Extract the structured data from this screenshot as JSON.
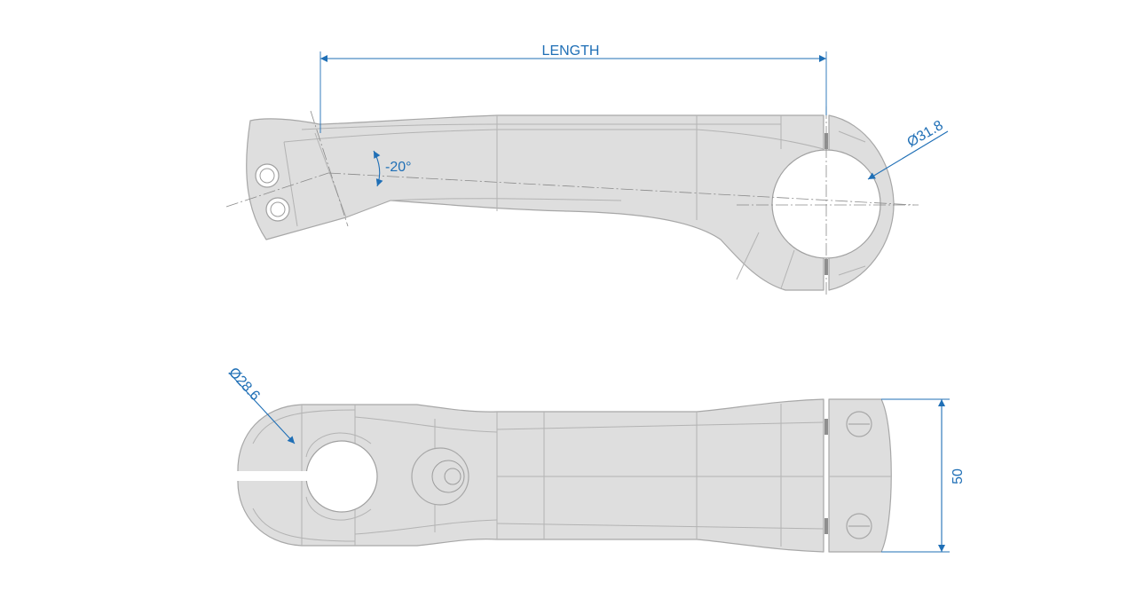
{
  "drawing": {
    "dimensions": {
      "length_label": "LENGTH",
      "angle_label": "-20°",
      "bar_clamp_diameter_label": "Ø31.8",
      "steerer_diameter_label": "Ø28.6",
      "clamp_height_label": "50"
    },
    "colors": {
      "dimension": "#1f6fb6",
      "part_fill": "#dedede",
      "part_edge": "#a7a7a7",
      "background": "#ffffff"
    }
  }
}
